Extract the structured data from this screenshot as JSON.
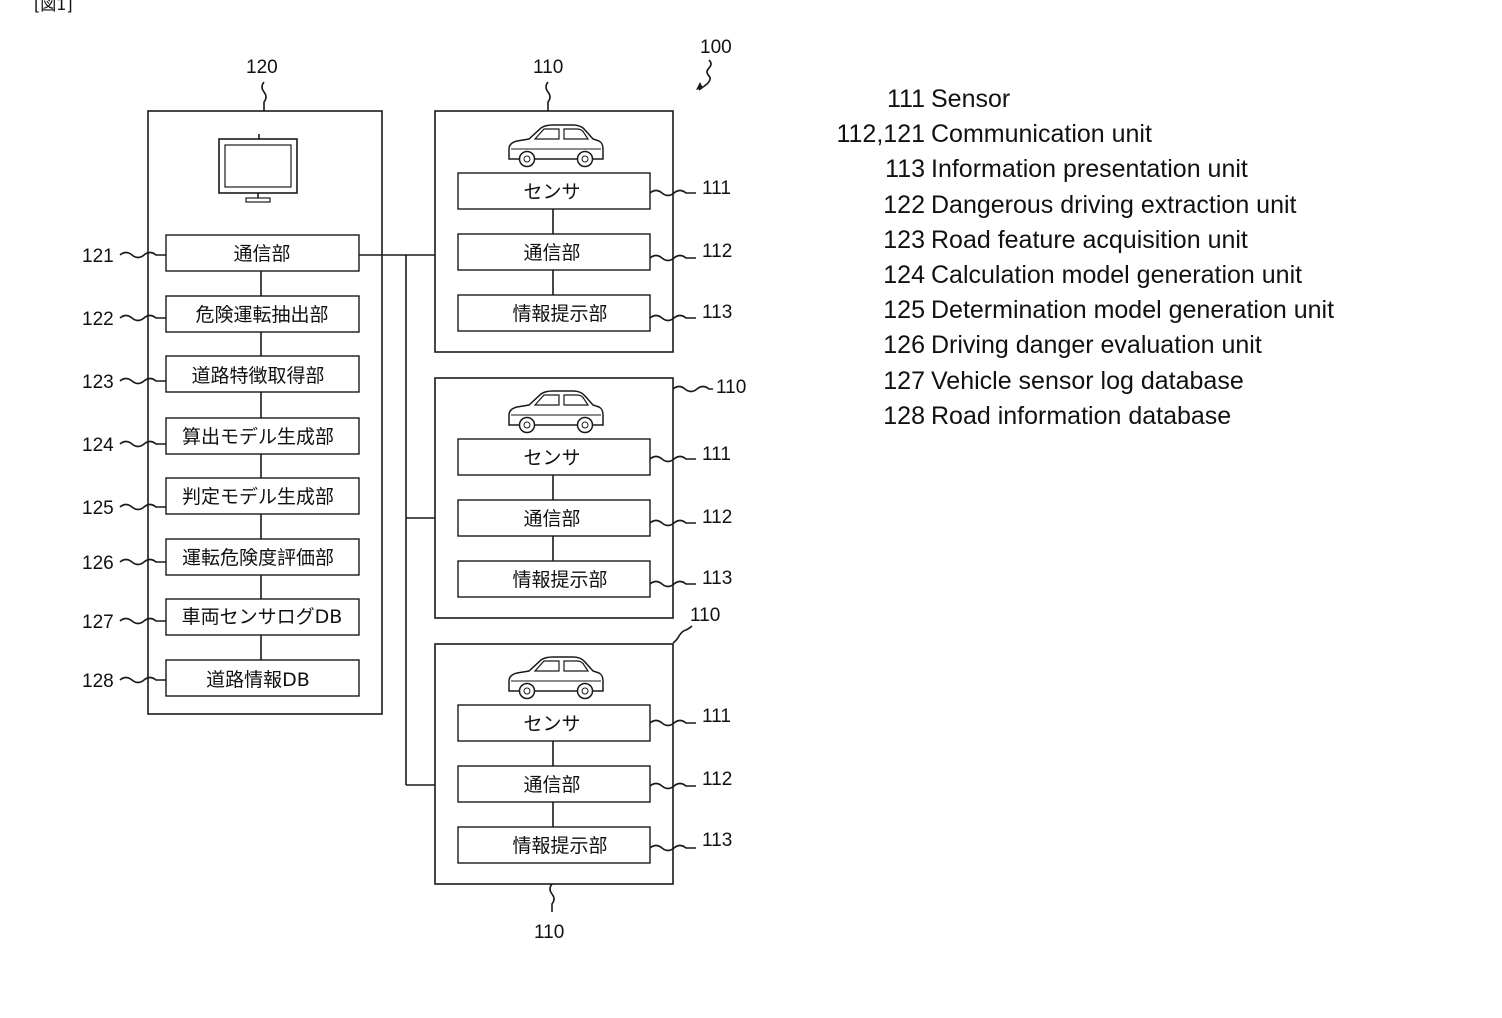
{
  "figure_label": "[図1]",
  "system_ref": "100",
  "server": {
    "ref": "120",
    "units": [
      {
        "ref": "121",
        "label": "通信部"
      },
      {
        "ref": "122",
        "label": "危険運転抽出部"
      },
      {
        "ref": "123",
        "label": "道路特徴取得部"
      },
      {
        "ref": "124",
        "label": "算出モデル生成部"
      },
      {
        "ref": "125",
        "label": "判定モデル生成部"
      },
      {
        "ref": "126",
        "label": "運転危険度評価部"
      },
      {
        "ref": "127",
        "label": "車両センサログDB"
      },
      {
        "ref": "128",
        "label": "道路情報DB"
      }
    ]
  },
  "vehicles": [
    {
      "ref": "110",
      "units": [
        {
          "ref": "111",
          "label": "センサ"
        },
        {
          "ref": "112",
          "label": "通信部"
        },
        {
          "ref": "113",
          "label": "情報提示部"
        }
      ]
    },
    {
      "ref": "110",
      "units": [
        {
          "ref": "111",
          "label": "センサ"
        },
        {
          "ref": "112",
          "label": "通信部"
        },
        {
          "ref": "113",
          "label": "情報提示部"
        }
      ]
    },
    {
      "ref": "110",
      "units": [
        {
          "ref": "111",
          "label": "センサ"
        },
        {
          "ref": "112",
          "label": "通信部"
        },
        {
          "ref": "113",
          "label": "情報提示部"
        }
      ]
    }
  ],
  "extra_vehicle_ref": "110",
  "legend": [
    {
      "num": "111",
      "text": "Sensor"
    },
    {
      "num": "112,121",
      "text": "Communication unit"
    },
    {
      "num": "113",
      "text": "Information presentation unit"
    },
    {
      "num": "122",
      "text": "Dangerous driving extraction unit"
    },
    {
      "num": "123",
      "text": "Road feature acquisition unit"
    },
    {
      "num": "124",
      "text": "Calculation model generation unit"
    },
    {
      "num": "125",
      "text": "Determination model generation unit"
    },
    {
      "num": "126",
      "text": "Driving danger evaluation unit"
    },
    {
      "num": "127",
      "text": "Vehicle sensor log database"
    },
    {
      "num": "128",
      "text": "Road information database"
    }
  ],
  "icons": {
    "server": "monitor-icon",
    "vehicle": "car-icon"
  }
}
